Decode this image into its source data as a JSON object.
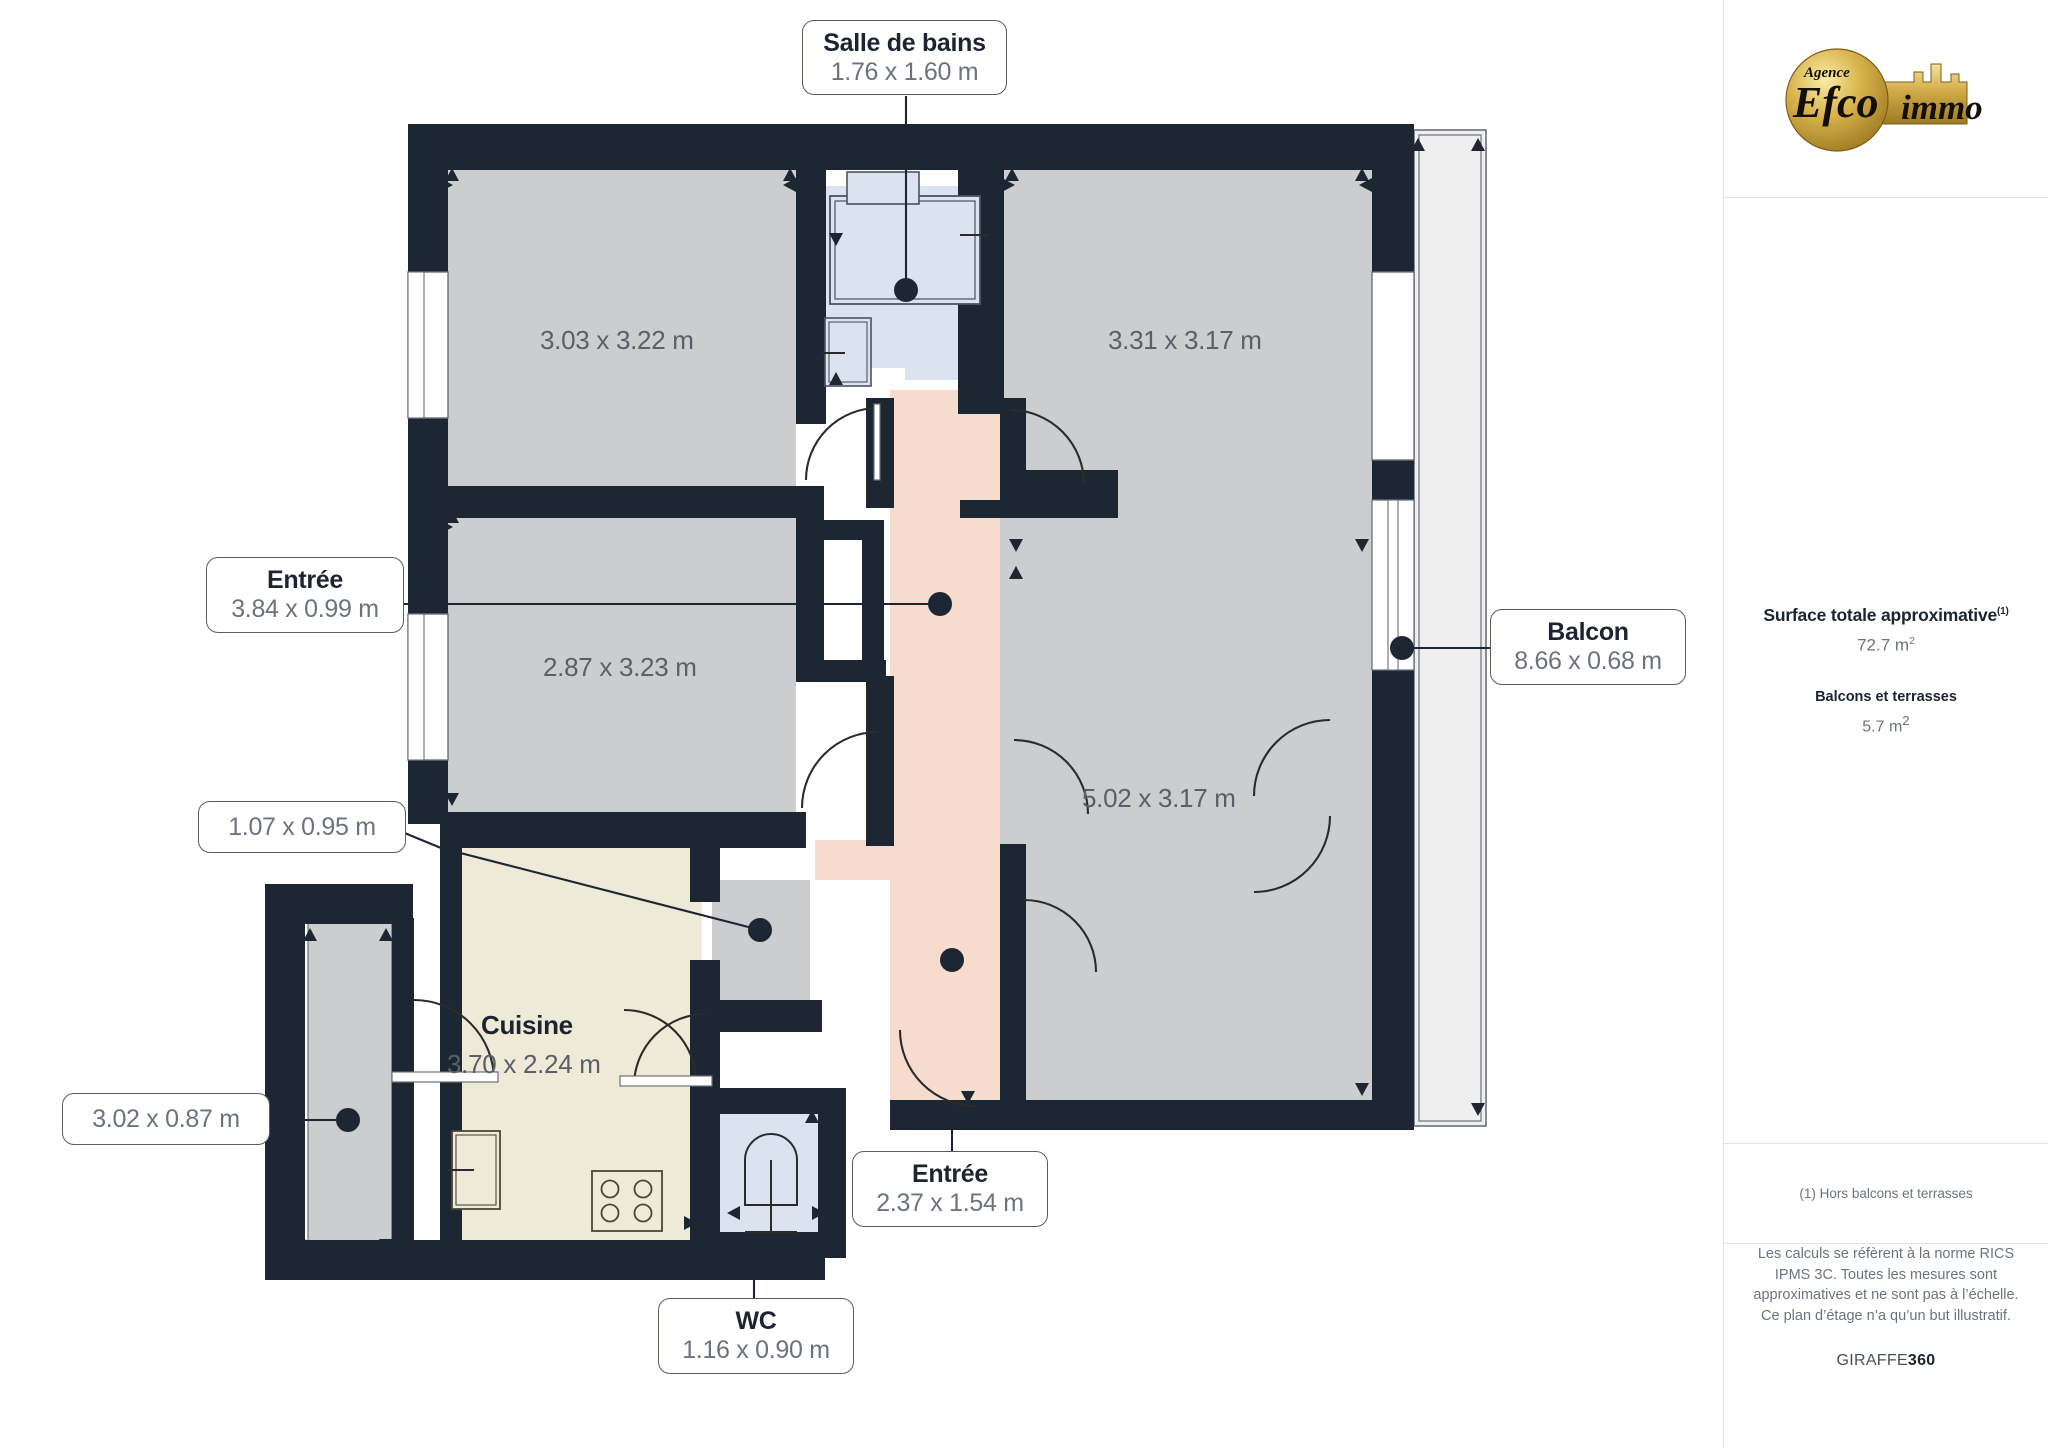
{
  "sidebar": {
    "logo": {
      "agence": "Agence",
      "efco": "Efco",
      "immo": "immo"
    },
    "surface": {
      "title": "Surface totale approximative",
      "title_sup": "(1)",
      "value": "72.7 m",
      "value_sup": "2",
      "sub_title": "Balcons et terrasses",
      "sub_value": "5.7 m",
      "sub_value_sup": "2"
    },
    "footnote": "(1) Hors balcons et terrasses",
    "legal": "Les calculs se réfèrent à la norme RICS IPMS 3C. Toutes les mesures sont approximatives et ne sont pas à l’échelle. Ce plan d’étage n’a qu’un but illustratif.",
    "brand_light": "GIRAFFE",
    "brand_bold": "360"
  },
  "callouts": [
    {
      "id": "salle-de-bains",
      "name": "Salle de bains",
      "dim": "1.76 x 1.60 m"
    },
    {
      "id": "entree-haut",
      "name": "Entrée",
      "dim": "3.84 x 0.99 m"
    },
    {
      "id": "placard-gauche",
      "name": "",
      "dim": "1.07 x 0.95 m"
    },
    {
      "id": "balcon-gauche",
      "name": "",
      "dim": "3.02 x 0.87 m"
    },
    {
      "id": "wc",
      "name": "WC",
      "dim": "1.16 x 0.90 m"
    },
    {
      "id": "entree-bas",
      "name": "Entrée",
      "dim": "2.37 x 1.54 m"
    },
    {
      "id": "balcon",
      "name": "Balcon",
      "dim": "8.66 x 0.68 m"
    }
  ],
  "rooms": [
    {
      "id": "chambre1",
      "name": "",
      "dim": "3.03 x 3.22 m"
    },
    {
      "id": "chambre2",
      "name": "",
      "dim": "3.31 x 3.17 m"
    },
    {
      "id": "chambre3",
      "name": "",
      "dim": "2.87 x 3.23 m"
    },
    {
      "id": "salon",
      "name": "",
      "dim": "5.02 x 3.17 m"
    },
    {
      "id": "cuisine",
      "name": "Cuisine",
      "dim": "3.70 x 2.24 m"
    }
  ],
  "colors": {
    "wall": "#1d2733",
    "room_grey": "#cccdcf",
    "hall_pink": "#f6dccd",
    "kitchen_cream": "#efe9d8",
    "bath_blue": "#dbe2f0",
    "balcony_grey": "#efefef",
    "text_dark": "#1d2430",
    "text_grey": "#6d737d",
    "logo_gold": "#c9a233"
  }
}
